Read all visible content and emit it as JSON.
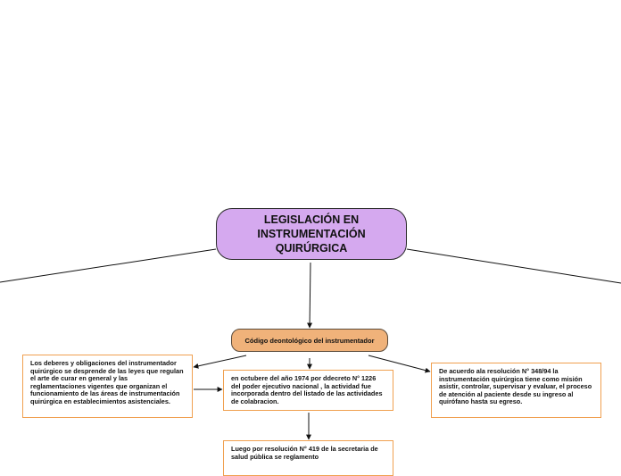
{
  "root": {
    "title": "LEGISLACIÓN EN\nINSTRUMENTACIÓN\nQUIRÚRGICA"
  },
  "hub": {
    "label": "Código deontológico del instrumentador"
  },
  "notes": {
    "left": "Los deberes y obligaciones del instrumentador quirúrgico se desprende de las leyes que regulan el arte de curar en general y las reglamentaciones vigentes que organizan el funcionamiento de las áreas de instrumentación quirúrgica  en establecimientos asistenciales.",
    "middle": "en octubere del año 1974 por ddecreto N° 1226 del poder ejecutivo nacional , la actividad fue incorporada  dentro del listado de las actividades de colabracion.",
    "right": "De acuerdo ala resolución N° 348/94 la instrumentación quirúrgica tiene como misión asistir, controlar, supervisar y evaluar, el proceso de atención al paciente desde su ingreso al quirófano hasta su egreso.",
    "bottom": "Luego por resolución N° 419 de la secretaria de  salud pública se reglamento"
  },
  "colors": {
    "root_fill": "#d5a9ef",
    "hub_fill": "#f0b27a",
    "note_border": "#f0a050",
    "line": "#111111"
  }
}
